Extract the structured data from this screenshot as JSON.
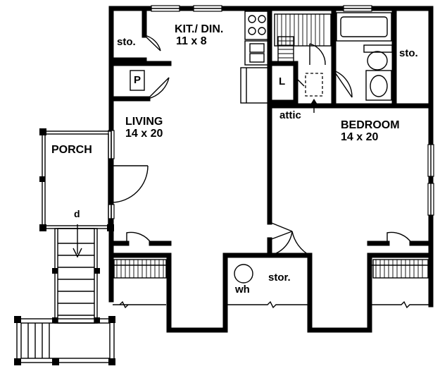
{
  "rooms": {
    "kitchen_dining": {
      "name": "KIT./ DIN.",
      "size": "11 x 8"
    },
    "living": {
      "name": "LIVING",
      "size": "14 x 20"
    },
    "bedroom": {
      "name": "BEDROOM",
      "size": "14 x 20"
    },
    "porch": {
      "name": "PORCH"
    }
  },
  "labels": {
    "storage_top_left": "sto.",
    "storage_top_right": "sto.",
    "pantry": "P",
    "linen": "L",
    "attic": "attic",
    "water_heater": "wh",
    "storage_bottom": "stor.",
    "stair_down": "d"
  }
}
